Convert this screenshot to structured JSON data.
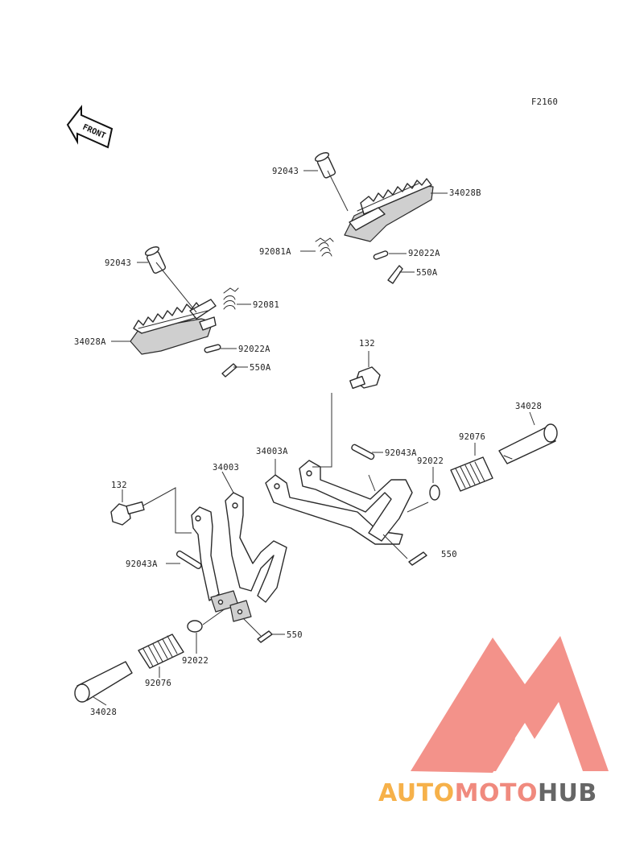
{
  "figure_code": "F2160",
  "front_label": "FRONT",
  "labels": {
    "top_pin": "92043",
    "top_step": "34028B",
    "top_spring": "92081A",
    "top_washer": "92022A",
    "top_cotter": "550A",
    "left_pin": "92043",
    "left_spring": "92081",
    "left_step": "34028A",
    "left_washer": "92022A",
    "left_cotter": "550A",
    "right_bolt": "132",
    "right_bracket": "34003A",
    "right_pin": "92043A",
    "right_washer": "92022",
    "right_rubber": "92076",
    "right_peg": "34028",
    "right_cotter": "550",
    "left_bracket": "34003",
    "left_bolt": "132",
    "lower_pin": "92043A",
    "lower_cotter": "550",
    "lower_washer": "92022",
    "lower_rubber": "92076",
    "lower_peg": "34028"
  },
  "watermark": {
    "part1": "AUTO",
    "part2": "MOTO",
    "part3": "HUB",
    "color_auto": "#f6b14a",
    "color_moto": "#f08a7e",
    "color_hub": "#666666",
    "logo_color": "#f17f75"
  }
}
